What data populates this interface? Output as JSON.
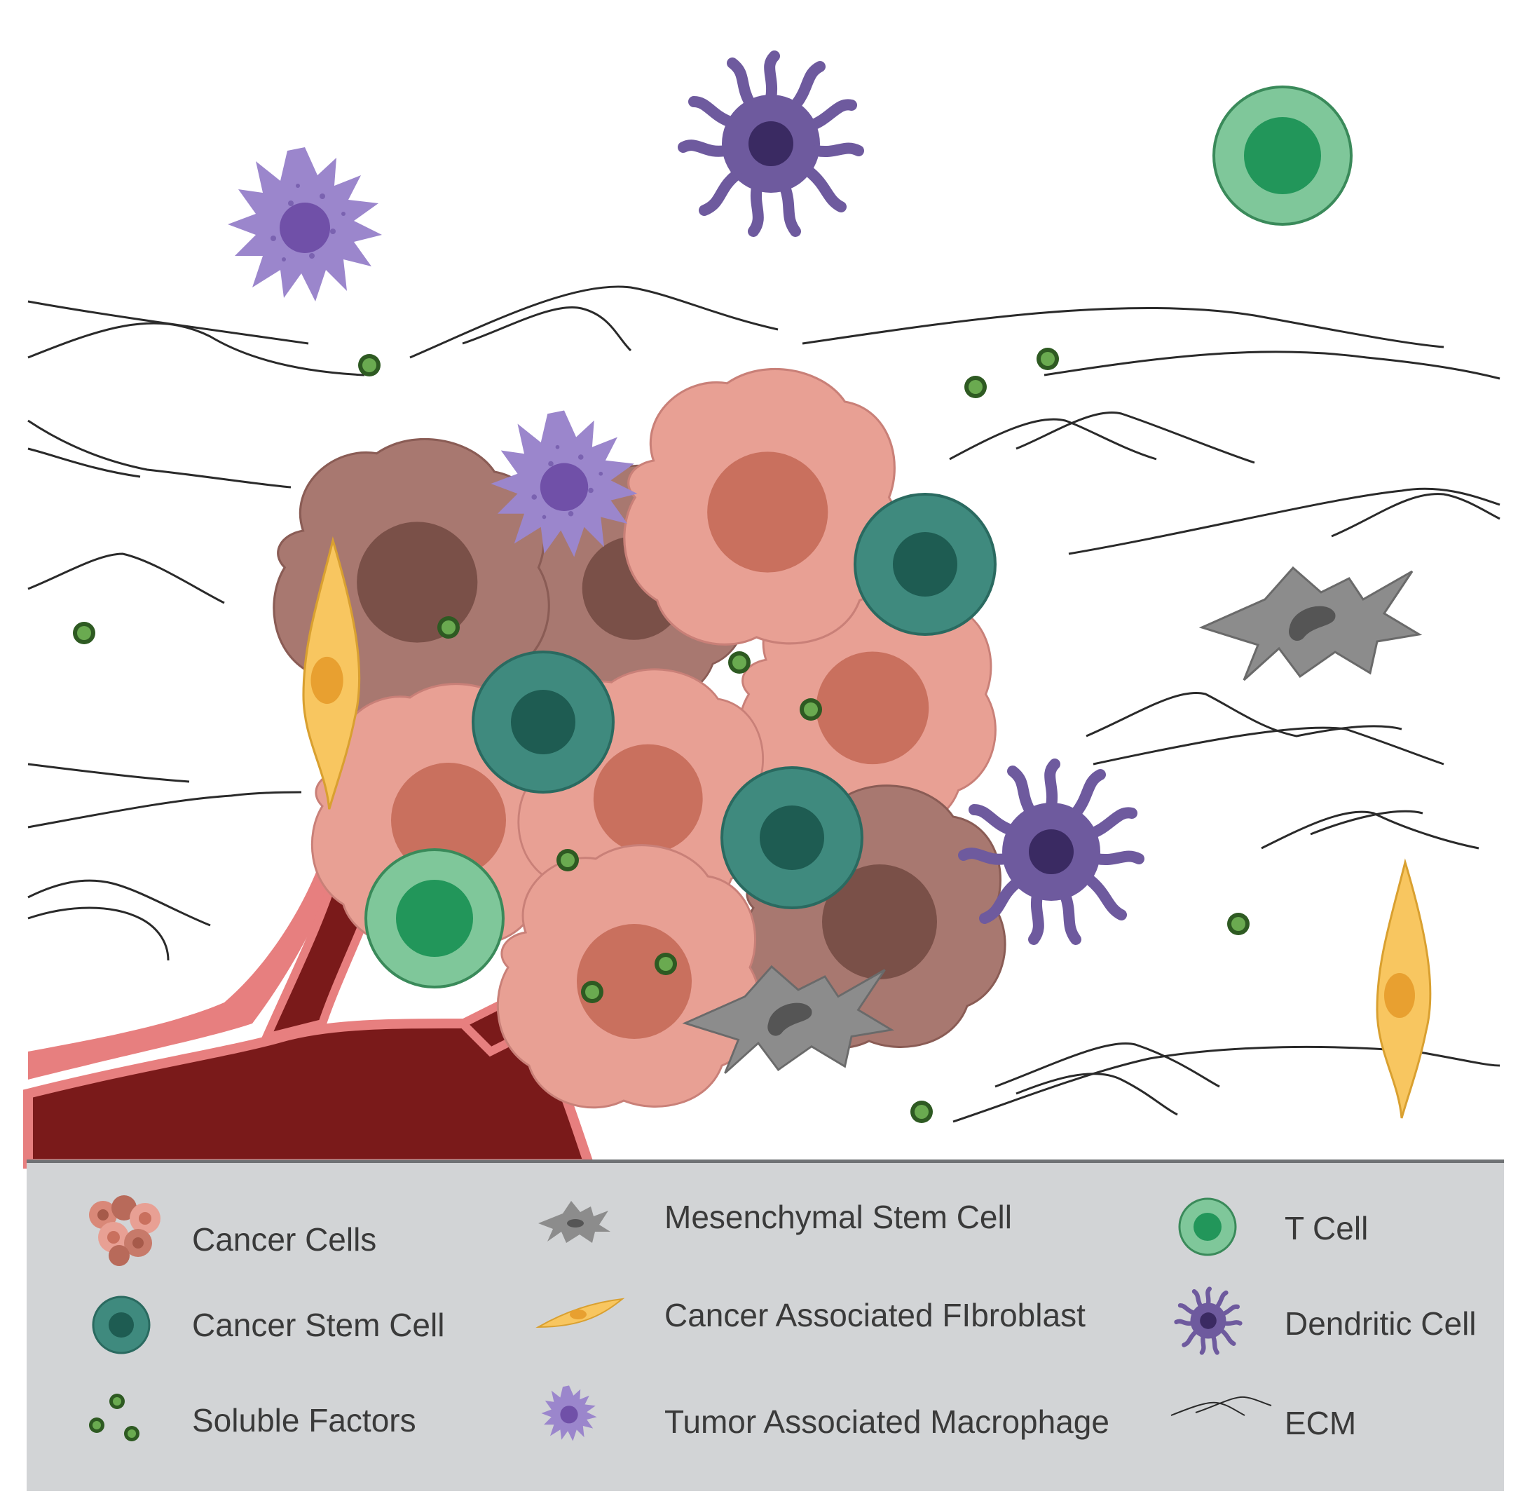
{
  "legend": {
    "items": [
      {
        "label": "Cancer Cells",
        "icon": "cancer-cells-icon"
      },
      {
        "label": "Cancer Stem Cell",
        "icon": "cancer-stem-cell-icon"
      },
      {
        "label": "Soluble Factors",
        "icon": "soluble-factors-icon"
      },
      {
        "label": "Mesenchymal Stem Cell",
        "icon": "mesenchymal-stem-cell-icon"
      },
      {
        "label": "Cancer Associated FIbroblast",
        "icon": "fibroblast-icon"
      },
      {
        "label": "Tumor Associated Macrophage",
        "icon": "macrophage-icon"
      },
      {
        "label": "T Cell",
        "icon": "t-cell-icon"
      },
      {
        "label": "Dendritic Cell",
        "icon": "dendritic-cell-icon"
      },
      {
        "label": "ECM",
        "icon": "ecm-icon"
      }
    ]
  },
  "colors": {
    "cancer_light": "#e8a094",
    "cancer_light_nucleus": "#c9705e",
    "cancer_dark": "#a87870",
    "cancer_dark_nucleus": "#7a5048",
    "stem_cell": "#3f8a7e",
    "stem_cell_nucleus": "#1e5c52",
    "t_cell": "#7fc79a",
    "t_cell_nucleus": "#22965a",
    "soluble_factor": "#5a9a48",
    "dendritic": "#6e5a9e",
    "dendritic_nucleus": "#3a2a62",
    "macrophage": "#9b86cc",
    "macrophage_nucleus": "#7050a8",
    "msc": "#8c8c8c",
    "fibroblast": "#f8c660",
    "vessel": "#7a1a1a",
    "vessel_wall": "#e77f7f",
    "legend_bg": "#d2d4d6"
  }
}
